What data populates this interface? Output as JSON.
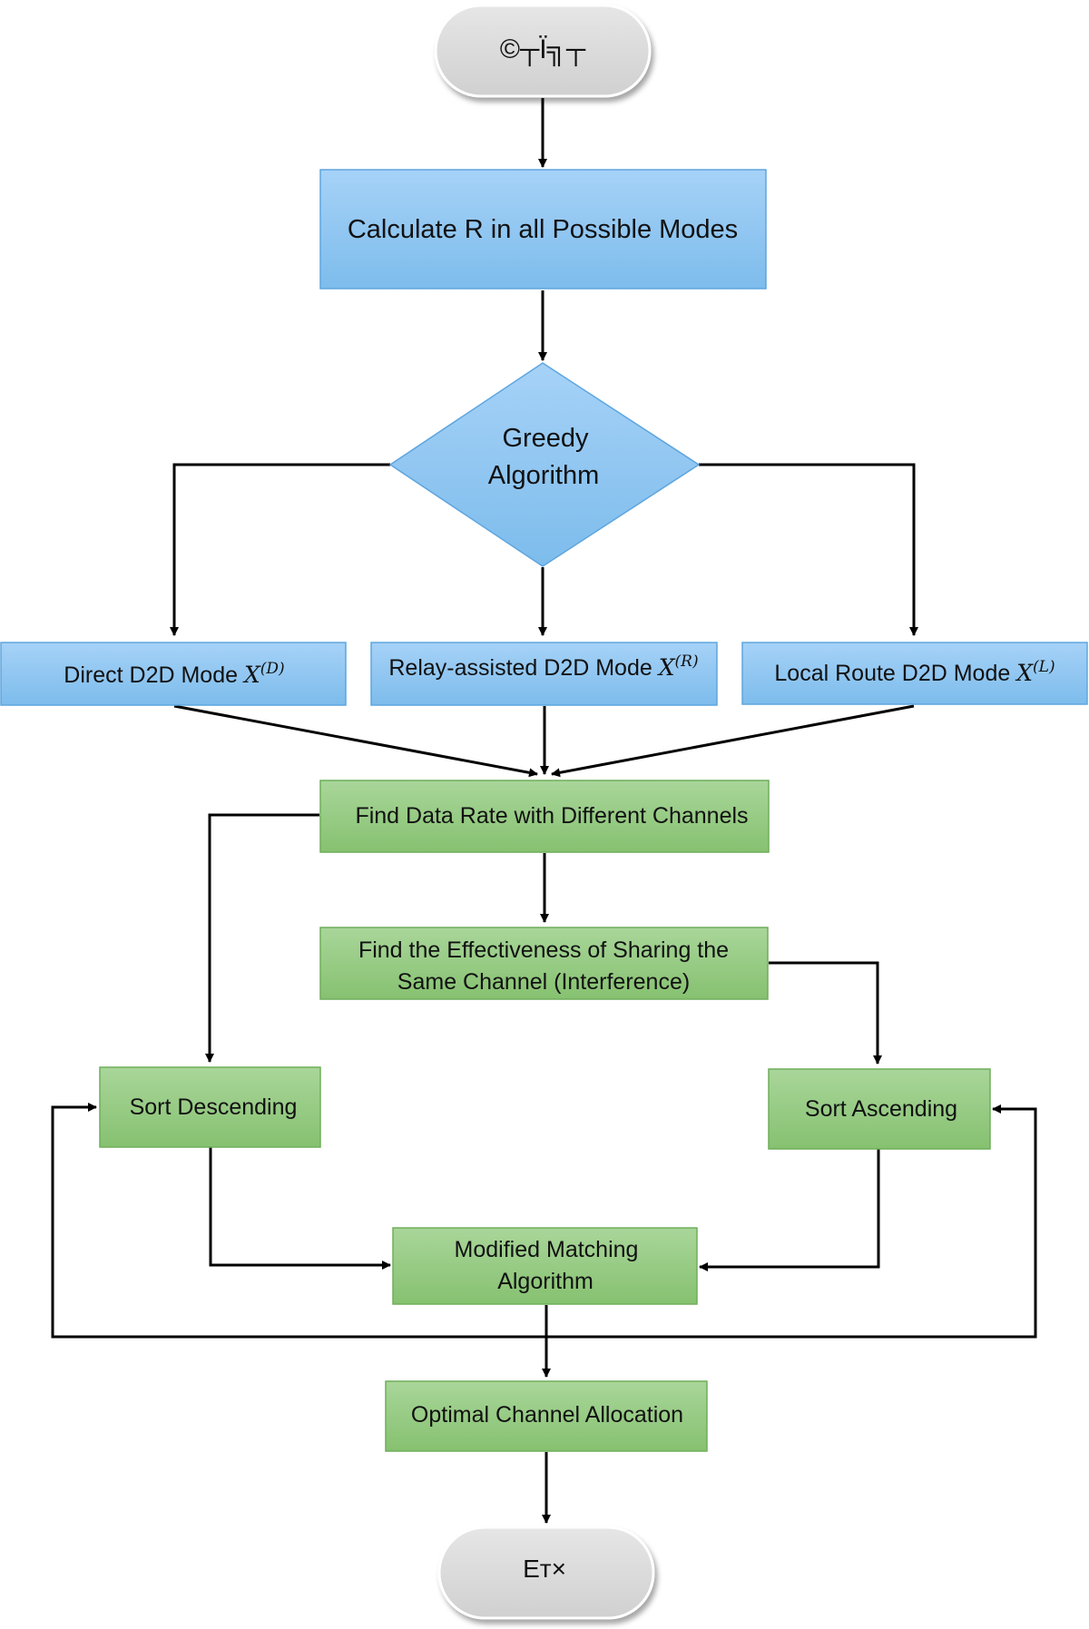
{
  "nodes": {
    "start": {
      "label": "©┬Ï╗┬"
    },
    "calculate": {
      "label": "Calculate R in all Possible Modes"
    },
    "greedy": {
      "line1": "Greedy",
      "line2": "Algorithm"
    },
    "direct": {
      "label": "Direct D2D Mode ",
      "var": "X",
      "sup": "(D)"
    },
    "relay": {
      "label": "Relay-assisted D2D Mode ",
      "var": "X",
      "sup": "(R)"
    },
    "local": {
      "label": "Local Route D2D Mode ",
      "var": "X",
      "sup": "(L)"
    },
    "find_rate": {
      "label": "Find Data Rate with Different Channels"
    },
    "effectiveness": {
      "line1": "Find the Effectiveness of Sharing the",
      "line2": "Same Channel (Interference)"
    },
    "sort_desc": {
      "label": "Sort Descending"
    },
    "sort_asc": {
      "label": "Sort Ascending"
    },
    "matching": {
      "line1": "Modified Matching",
      "line2": "Algorithm"
    },
    "optimal": {
      "label": "Optimal Channel Allocation"
    },
    "end": {
      "label": "Eт×"
    }
  },
  "colors": {
    "blue_fill_top": "#A6D2F7",
    "blue_fill_bottom": "#7DBCEC",
    "blue_stroke": "#5EA5DE",
    "green_fill_top": "#A9D69A",
    "green_fill_bottom": "#86C170",
    "green_stroke": "#6FAE5A",
    "terminal_fill": "#D9D9D9",
    "arrow": "#000000"
  }
}
